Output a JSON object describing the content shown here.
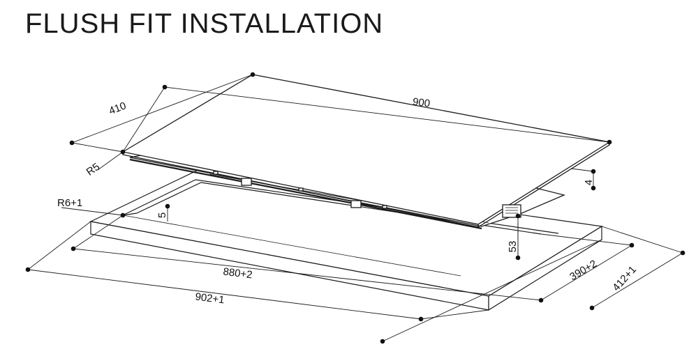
{
  "title": "FLUSH FIT INSTALLATION",
  "labels": {
    "hob_width": "900",
    "hob_depth": "410",
    "hob_corner_radius": "R5",
    "hob_glass_thickness": "4",
    "cutout_corner_radius": "R6+1",
    "rebate_depth": "5",
    "installation_depth": "53",
    "cutout_inner_width": "880+2",
    "cutout_outer_width": "902+1",
    "cutout_inner_depth": "390+2",
    "cutout_outer_depth": "412+1"
  },
  "colors": {
    "line": "#1a1a1a",
    "fill": "#ffffff",
    "dot": "#111111"
  }
}
